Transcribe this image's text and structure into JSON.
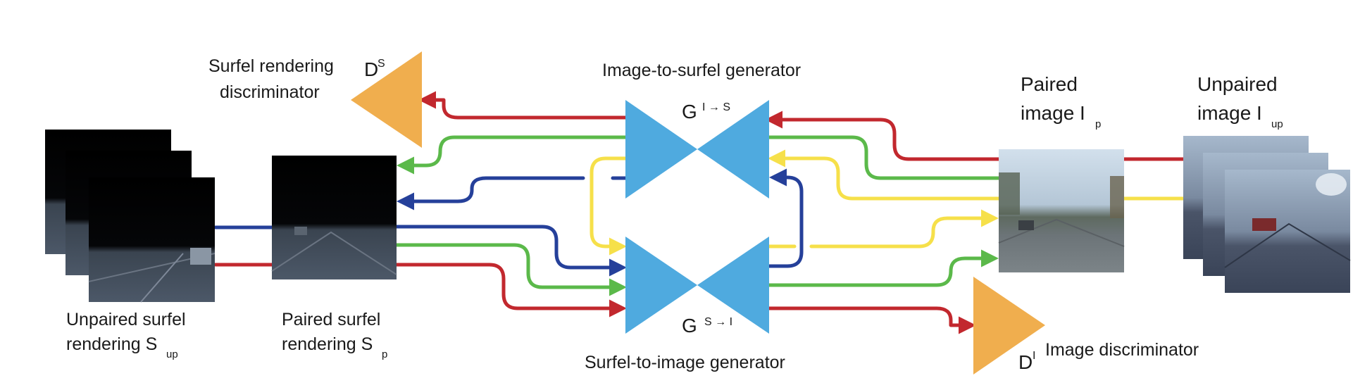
{
  "colors": {
    "red": "#c2282e",
    "green": "#5bb94a",
    "blue": "#25409a",
    "yellow": "#f6e04a",
    "generator": "#4faadf",
    "discriminator": "#f0ae4e"
  },
  "labels": {
    "surfel_disc_line1": "Surfel rendering",
    "surfel_disc_line2": "discriminator",
    "surfel_disc_symbol": "D",
    "surfel_disc_sup": "S",
    "i2s_title": "Image-to-surfel generator",
    "i2s_symbol": "G",
    "i2s_sup": "I → S",
    "s2i_title": "Surfel-to-image generator",
    "s2i_symbol": "G",
    "s2i_sup": "S → I",
    "paired_image_line1": "Paired",
    "paired_image_line2": "image I",
    "paired_image_sub": "p",
    "unpaired_image_line1": "Unpaired",
    "unpaired_image_line2": "image I",
    "unpaired_image_sub": "up",
    "unpaired_surfel_line1": "Unpaired surfel",
    "unpaired_surfel_line2": "rendering S",
    "unpaired_surfel_sub": "up",
    "paired_surfel_line1": "Paired surfel",
    "paired_surfel_line2": "rendering S",
    "paired_surfel_sub": "p",
    "image_disc_symbol": "D",
    "image_disc_sup": "I",
    "image_disc_label": "Image discriminator"
  }
}
